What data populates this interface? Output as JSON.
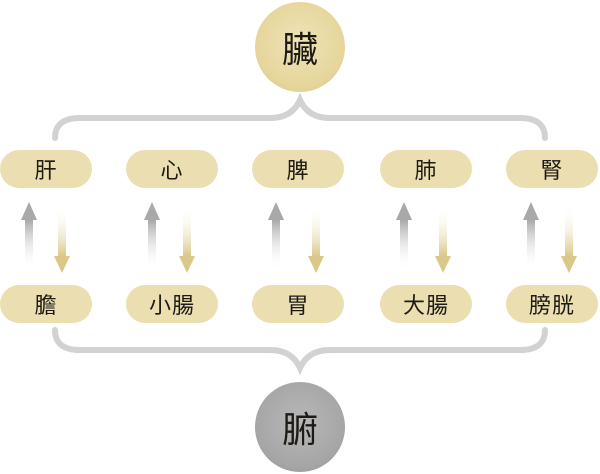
{
  "diagram": {
    "zang": {
      "label": "臟"
    },
    "fu": {
      "label": "腑"
    },
    "pairs": [
      {
        "zang": "肝",
        "fu": "膽"
      },
      {
        "zang": "心",
        "fu": "小腸"
      },
      {
        "zang": "脾",
        "fu": "胃"
      },
      {
        "zang": "肺",
        "fu": "大腸"
      },
      {
        "zang": "腎",
        "fu": "膀胱"
      }
    ],
    "colors": {
      "circle_gold": "#e6d69c",
      "circle_gray": "#a6a6a6",
      "pill": "#ebdfb2",
      "arrow_up": "#a9a9a9",
      "arrow_down": "#d9c887",
      "bracket": "#d2d2d2",
      "text": "#1e1a14"
    }
  }
}
